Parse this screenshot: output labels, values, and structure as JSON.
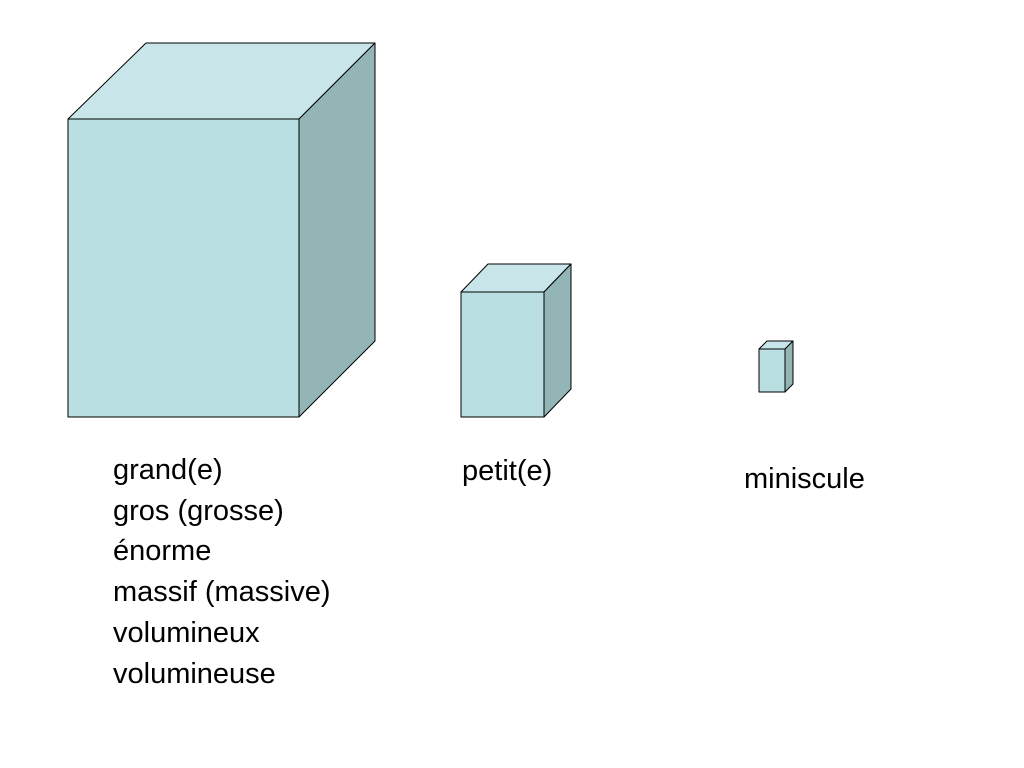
{
  "colors": {
    "front": "#b9dfe2",
    "top": "#c8e6e9",
    "side": "#94b5b5",
    "stroke": "#000000"
  },
  "boxes": [
    {
      "name": "large-box",
      "labels": [
        "grand(e)",
        "gros (grosse)",
        "énorme",
        "massif (massive)",
        "volumineux",
        "volumineuse"
      ]
    },
    {
      "name": "medium-box",
      "labels": [
        "petit(e)"
      ]
    },
    {
      "name": "small-box",
      "labels": [
        "miniscule"
      ]
    }
  ]
}
